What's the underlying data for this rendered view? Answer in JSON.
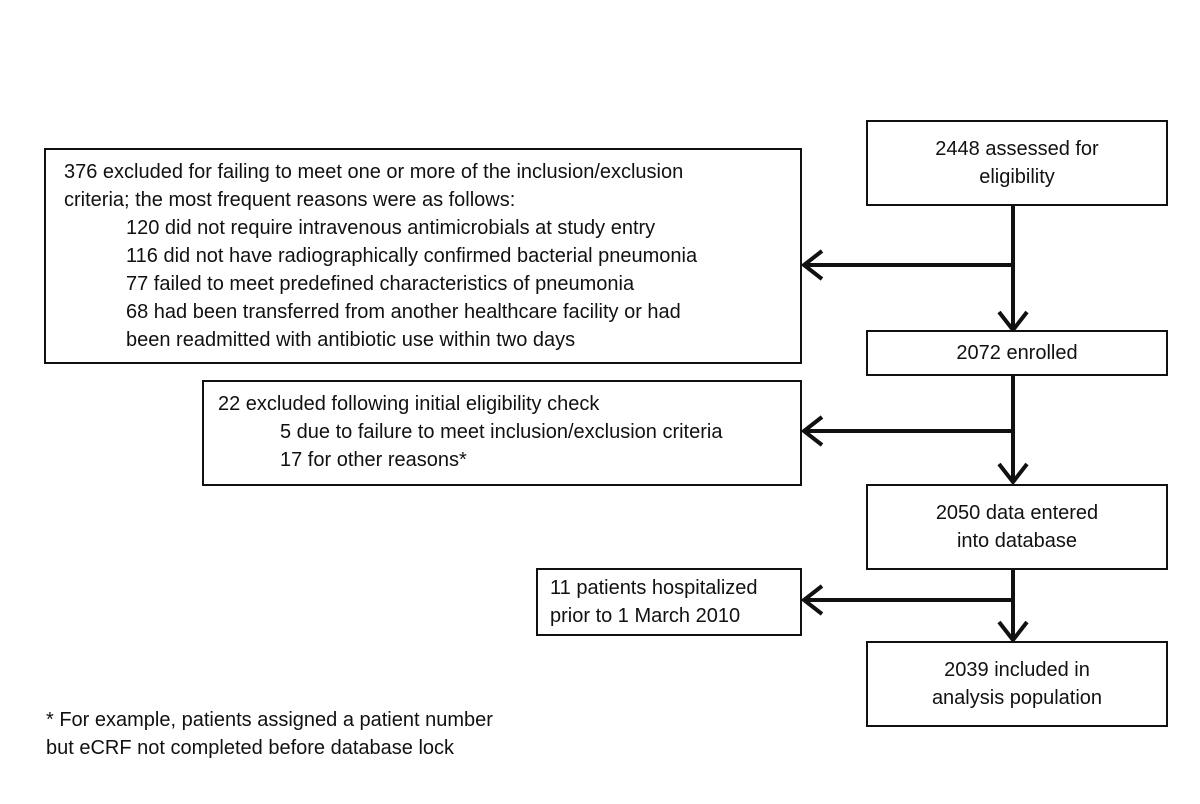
{
  "main_flow": {
    "assessed": [
      "2448 assessed for",
      "eligibility"
    ],
    "enrolled": [
      "2072 enrolled"
    ],
    "data_entered": [
      "2050 data entered",
      "into database"
    ],
    "included": [
      "2039 included in",
      "analysis population"
    ]
  },
  "exclusions": {
    "first": {
      "lines": [
        "376 excluded for failing to meet one or more of the inclusion/exclusion",
        "criteria; the most frequent reasons were as follows:"
      ],
      "reasons": [
        "120 did not require intravenous antimicrobials at study entry",
        "116 did not have radiographically confirmed bacterial pneumonia",
        "77 failed to meet predefined characteristics of pneumonia",
        "68 had been transferred from another healthcare facility or had",
        "been readmitted with antibiotic use within two days"
      ]
    },
    "second": {
      "lines": [
        "22 excluded following initial eligibility check"
      ],
      "reasons": [
        "5 due to failure to meet inclusion/exclusion criteria",
        "17 for other reasons*"
      ]
    },
    "third": {
      "lines": [
        "11 patients hospitalized",
        "prior to 1 March 2010"
      ]
    }
  },
  "footnote": [
    "* For example, patients assigned a patient number",
    "but eCRF not completed before database lock"
  ]
}
